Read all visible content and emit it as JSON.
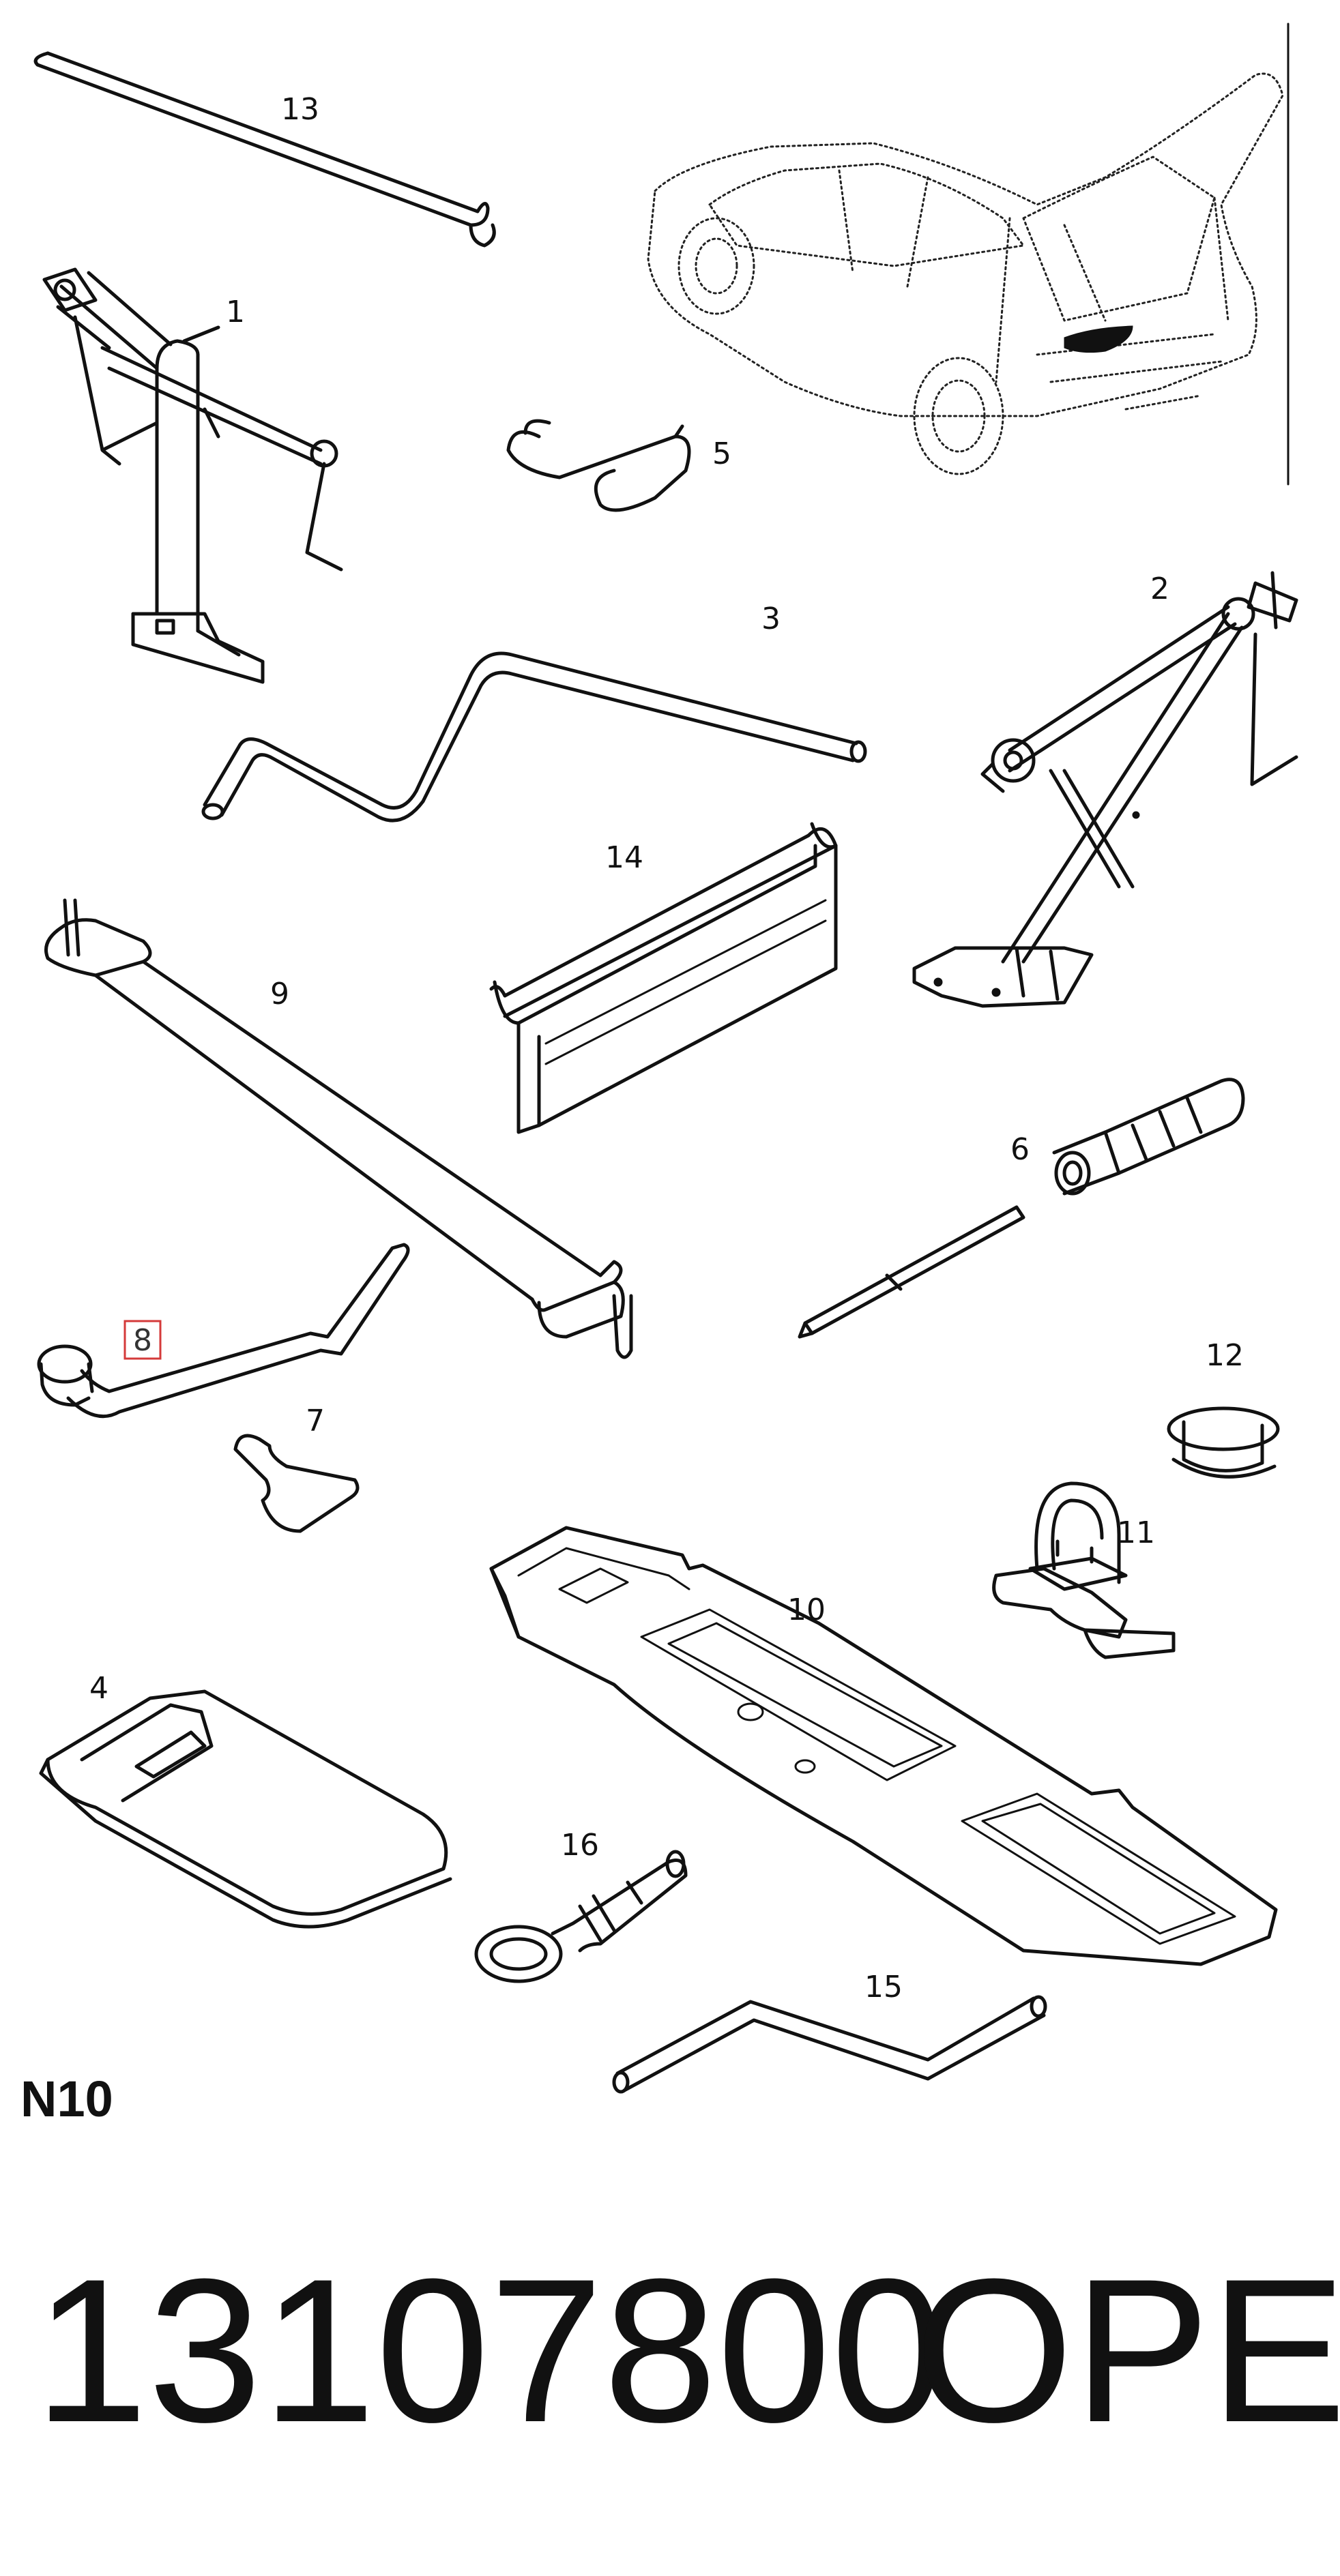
{
  "diagram": {
    "section_code": "N10",
    "highlighted_part": "8",
    "parts": [
      {
        "number": "1",
        "icon": "wind-up-jack-icon"
      },
      {
        "number": "2",
        "icon": "scissor-jack-icon"
      },
      {
        "number": "3",
        "icon": "jack-handle-rod-icon"
      },
      {
        "number": "4",
        "icon": "tool-bag-icon"
      },
      {
        "number": "5",
        "icon": "spring-clip-icon"
      },
      {
        "number": "6",
        "icon": "screwdriver-icon"
      },
      {
        "number": "7",
        "icon": "wire-clip-icon"
      },
      {
        "number": "8",
        "icon": "wheel-wrench-icon"
      },
      {
        "number": "9",
        "icon": "retaining-strap-icon"
      },
      {
        "number": "10",
        "icon": "storage-tray-icon"
      },
      {
        "number": "11",
        "icon": "lashing-eye-icon"
      },
      {
        "number": "12",
        "icon": "cap-icon"
      },
      {
        "number": "13",
        "icon": "seal-strip-icon"
      },
      {
        "number": "14",
        "icon": "profile-rail-icon"
      },
      {
        "number": "15",
        "icon": "crank-rod-icon"
      },
      {
        "number": "16",
        "icon": "towing-eye-icon"
      }
    ],
    "overview_icon": "hatchback-car-icon"
  },
  "footer": {
    "part_number": "13107800",
    "brand": "OPEL"
  }
}
